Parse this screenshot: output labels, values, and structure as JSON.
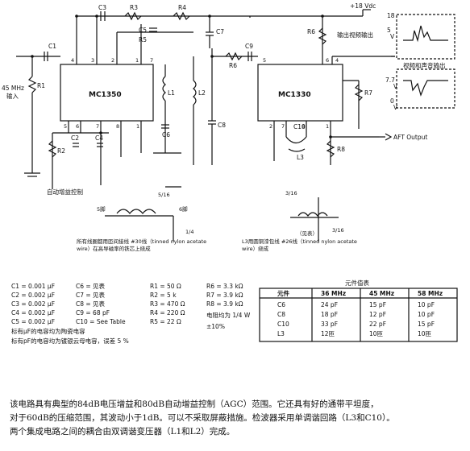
{
  "supply_label": "+18 Vdc",
  "chips": {
    "left": "MC1350",
    "right": "MC1330"
  },
  "input": {
    "freq": "45 MHz",
    "label": "输入"
  },
  "agc_label": "自动增益控制",
  "output_labels": {
    "video_sound": "输出视频输出",
    "video_audio": "视频和声音输出",
    "aft": "AFT Output"
  },
  "voltage_ticks": {
    "top": [
      "18",
      "5",
      "V"
    ],
    "bottom": [
      "7.7",
      "V",
      "0",
      "V"
    ]
  },
  "components": {
    "C1": "C1",
    "C2": "C2",
    "C3": "C3",
    "C4": "C4",
    "C5": "C5",
    "C6": "C6",
    "C7": "C7",
    "C8": "C8",
    "C9": "C9",
    "C10": "C10",
    "R1": "R1",
    "R2": "R2",
    "R3": "R3",
    "R4": "R4",
    "R5": "R5",
    "R6": "R6",
    "R7": "R7",
    "R8": "R8",
    "L1": "L1",
    "L2": "L2",
    "L3": "L3"
  },
  "coil_notes": {
    "left": "所有线圈都用匝间接线 #30线（tinned nylon acetate wire）在高导磁率的铁芯上绕成",
    "right": "L3用圆铜漆包线 #26线（tinned nylon acetate wire）绕成",
    "view": "（见表）",
    "lead_5": "5脚",
    "lead_6": "6脚",
    "dims": [
      "5/16",
      "3/16",
      "1/4",
      "3/16"
    ]
  },
  "values_left": [
    "C1 = 0.001 μF",
    "C2 = 0.002 μF",
    "C3 = 0.002 μF",
    "C4 = 0.002 μF",
    "C5 = 0.002 μF"
  ],
  "values_mid": [
    "C6 = 见表",
    "C7 = 见表",
    "C8 = 见表",
    "C9 = 68 pF",
    "C10 = See Table"
  ],
  "values_r1": [
    "R1 = 50 Ω",
    "R2 = 5 k",
    "R3 = 470 Ω",
    "R4 = 220 Ω",
    "R5 = 22 Ω"
  ],
  "values_r2": [
    "R6 = 3.3 kΩ",
    "R7 = 3.9 kΩ",
    "R8 = 3.9 kΩ",
    "电阻均为 1/4 W",
    "±10%"
  ],
  "value_notes": [
    "标有μF的电容均为陶瓷电容",
    "标有pF的电容均为镀银云母电容，误差 5 %"
  ],
  "table": {
    "title": "元件值表",
    "headers": [
      "元件",
      "36 MHz",
      "45 MHz",
      "58 MHz"
    ],
    "rows": [
      [
        "C6",
        "24 pF",
        "15 pF",
        "10 pF"
      ],
      [
        "C8",
        "18 pF",
        "12 pF",
        "10 pF"
      ],
      [
        "C10",
        "33 pF",
        "22 pF",
        "15 pF"
      ],
      [
        "L3",
        "12匝",
        "10匝",
        "10匝"
      ]
    ]
  },
  "caption": [
    "该电路具有典型的84dB电压增益和80dB自动增益控制（AGC）范围。它还具有好的通带平坦度，",
    "对于60dB的压缩范围，其波动小于1dB。可以不采取屏蔽措施。检波器采用单调谐回路（L3和C10）。",
    "两个集成电路之间的耦合由双调谐变压器（L1和L2）完成。"
  ]
}
